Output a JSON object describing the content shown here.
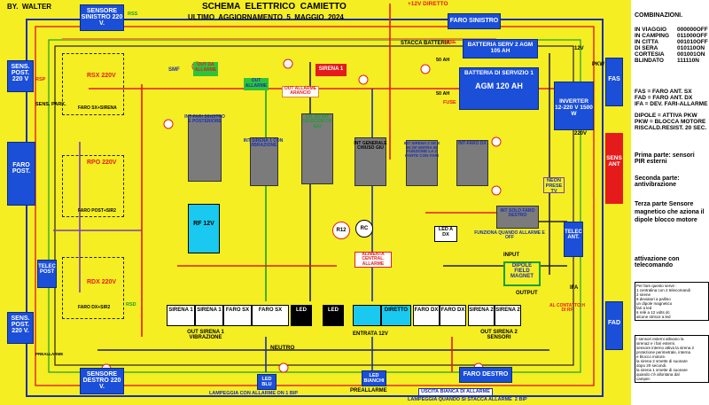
{
  "header": {
    "author": "BY.  WALTER",
    "title": "SCHEMA  ELETTRICO  CAMIETTO",
    "subtitle": "ULTIMO  AGGIORNAMENTO  5  MAGGIO  2024",
    "plus12_direct": "+12V DIRETTO"
  },
  "sensors": {
    "left_top": "SENSORE SINISTRO 220 V.",
    "left_post": "SENS. POST. 220 V",
    "left_post2": "SENS. POST. 220 V.",
    "bottom": "SENSORE DESTRO 220 V.",
    "park": "SENS. PARK.",
    "rss": "RSS",
    "rsp": "RSP",
    "rsd": "RSD"
  },
  "lights": {
    "faro_post": "FARO POST.",
    "faro_sinistro": "FARO SINISTRO",
    "faro_destro": "FARO DESTRO",
    "fas": "FAS",
    "fad": "FAD",
    "telec_post": "TELEC POST"
  },
  "relays": {
    "rsx": "RSX 220V",
    "rsx_label": "FARO SX+SIRENA",
    "rpo": "RPO 220V",
    "rpo_label": "FARO POST+SIR2",
    "rdx": "RDX 220V",
    "rdx_label": "FARO DX+SIR2",
    "rf": "RF 12V"
  },
  "battery": {
    "staccabatteria": "STACCA BATTERIA",
    "serv2": "BATTERIA SERV 2  AGM  105 AH",
    "serv1": "BATTERIA DI SERVIZIO 1",
    "agm": "AGM 120 AH",
    "fuse": "FUSE",
    "ah50": "50 AH",
    "ah50b": "50 AH"
  },
  "inverter": {
    "label": "INVERTER 12-220 V 1500 W",
    "v12": "12V",
    "pkw": "PKW",
    "v220": "220V",
    "neon": "NEON PRESE TV",
    "sens_ant": "SENS ANT",
    "telec_ant": "TELEC ANT."
  },
  "switches": {
    "int_fari": "INT-FARI SINISTRO E POSTERIORE",
    "int_sirena1": "INT SIRENA 1 CON VIBRAZIONE",
    "ch_su": "CH. SU INT TELECOM CH GIU",
    "int_generale": "INT GENERALE CHIUSO GIU",
    "int_sirena2": "INT SIRENA 2 SE E IN OF ENTRA IN FUNZIONE LA 2 PARTE CON FARI",
    "int_faro_dx": "INT-FARO DX",
    "int_solo_faro": "INT SOLO FARO DESTRO",
    "funzione": "FUNZIONA QUANDO ALLARME E OFF"
  },
  "outputs": {
    "out_da_allarme": "OUT DA ALLARME",
    "out_allarme": "OUT ALLARME",
    "out_arancio": "OUT ALLARME ARANCIO",
    "sirena1": "SIRENA 1",
    "smf": "SMF",
    "alimenta": "ALIMENTA CENTRAL. ALLARME",
    "led_dx": "LED A DX",
    "input": "INPUT",
    "output": "OUTPUT",
    "dipole": "DIPOLE FIELD MAGNET",
    "r12": "R12",
    "rc": "RC",
    "ifa": "IFA",
    "contatto": "AL CONTATTO H DI RF"
  },
  "terminal": {
    "cells": [
      "SIRENA 1",
      "SIRENA 1",
      "FARO SX",
      "FARO SX",
      "LED",
      "LED",
      "",
      "DIRETTO",
      "FARO DX",
      "FARO DX",
      "SIRENA 2",
      "SIRENA 2"
    ],
    "out1": "OUT SIRENA 1 VIBRAZIONE",
    "entrata": "ENTRATA 12V",
    "out2": "OUT SIRENA 2 SENSORI",
    "neutro": "NEUTRO",
    "preallarme": "PREALLARME"
  },
  "leds": {
    "blu": "LED BLU",
    "bianchi": "LED BIANCHI",
    "lamp1": "LAMPEGGIA CON ALLARME ON 1 BIP",
    "lamp2": "LAMPEGGIA QUANDO SI STACCA ALLARME  2 BIP",
    "uscita": "USCITA BIANCA DI ALLARME",
    "prealarm": "PREALLARME"
  },
  "legend": {
    "heading": "COMBINAZIONI.",
    "combos": [
      [
        "IN VIAGGIO",
        "000000OFF"
      ],
      [
        "IN CAMPING",
        "011000OFF"
      ],
      [
        "IN CITTA",
        "001010OFF"
      ],
      [
        "DI SERA",
        "010110ON"
      ],
      [
        "CORTESIA",
        "001001ON"
      ],
      [
        "BLINDATO",
        "111110N"
      ]
    ],
    "defs": [
      "FAS = FARO ANT. SX",
      "FAD = FARO ANT. DX",
      "IFA = DEV. FARI-ALLARME",
      "",
      "DIPOLE = ATTIVA PKW",
      "PKW = BLOCCA MOTORE",
      "RISCALD.RESIST. 20 SEC."
    ],
    "part1": "Prima parte: sensori PIR esterni",
    "part2": "Seconda parte: antivibrazione",
    "part3": "Terza parte Sensore magnetico che aziona il dipole blocco motore",
    "part4": "attivazione con telecomando",
    "notes": "Per fare questo serve :\n1 centralina con 2 telecomandi\n2 sirene\n8 deviatori a pallino\nun dipole magnetico\nfari a led\n6 relè a 12 volts dc\nalcune strisce a led",
    "notes2": "I sensori esterni attivano la\nsirena2 e i fari esterni.\nsensore interno attiva la sirena 2\nprotezione perimetrale, interna\ne blocco motore.\nla sirena 2 smette di suonare\ndopo 20 secondi.\nla sirena 1 smette di suonare\nquando c'è allontana dal\ncamper."
  },
  "colors": {
    "background": "#f4ee23",
    "blue": "#1b4fd8",
    "red": "#e51b1b",
    "green": "#19a02a"
  }
}
